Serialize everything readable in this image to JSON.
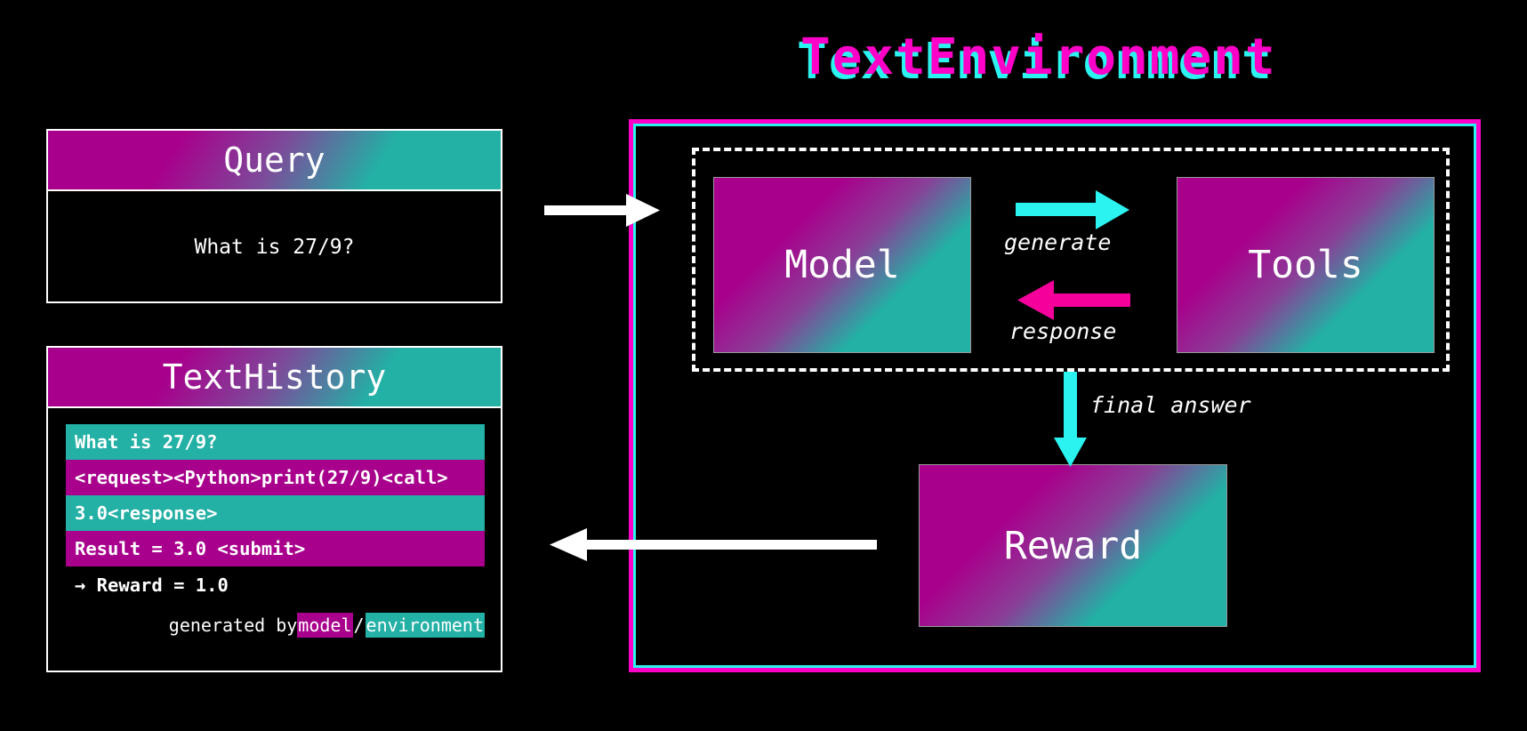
{
  "title": "TextEnvironment",
  "query_card": {
    "header": "Query",
    "text": "What is 27/9?"
  },
  "history_card": {
    "header": "TextHistory",
    "rows": [
      {
        "text": "What is 27/9?",
        "source": "environment"
      },
      {
        "text": "<request><Python>print(27/9)<call>",
        "source": "model"
      },
      {
        "text": "3.0<response>",
        "source": "environment"
      },
      {
        "text": "Result = 3.0 <submit>",
        "source": "model"
      },
      {
        "text": "→ Reward = 1.0",
        "source": "plain"
      }
    ],
    "legend": {
      "prefix": "generated by ",
      "model": "model",
      "separator": "/",
      "environment": "environment"
    }
  },
  "environment": {
    "model_box": "Model",
    "tools_box": "Tools",
    "reward_box": "Reward",
    "labels": {
      "generate": "generate",
      "response": "response",
      "final_answer": "final answer"
    }
  },
  "colors": {
    "background": "#000000",
    "magenta": "#A8008C",
    "teal": "#23B0A5",
    "hot_pink": "#FF00C8",
    "cyan": "#2BF3F0",
    "white": "#FFFFFF"
  }
}
